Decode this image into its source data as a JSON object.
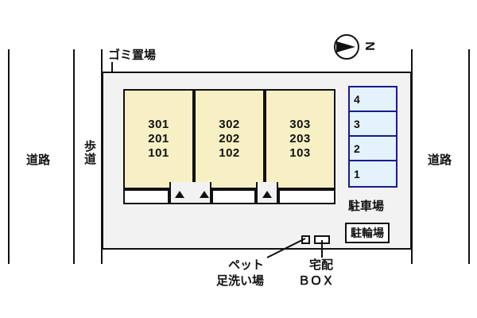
{
  "plan": {
    "title": "apartment-site-plan",
    "colors": {
      "unit_fill": "#f7f0c4",
      "parking_fill": "#e3f2fb",
      "parking_border": "#1a1a8c",
      "site_fill": "#f2f2f2",
      "line": "#111111"
    }
  },
  "roads": {
    "left_label": "道路",
    "right_label": "道路",
    "sidewalk_label": "歩道"
  },
  "compass": {
    "north_label": "N",
    "icon": "compass-north-icon"
  },
  "facilities": {
    "garbage_label": "ゴミ置場",
    "pet_wash_label_line1": "ペット",
    "pet_wash_label_line2": "足洗い場",
    "delivery_box_label_line1": "宅配",
    "delivery_box_label_line2": "ＢＯＸ",
    "parking_label": "駐車場",
    "bicycle_parking_label": "駐輪場"
  },
  "building": {
    "units": [
      {
        "name": "unit-column-1",
        "rooms": [
          "301",
          "201",
          "101"
        ]
      },
      {
        "name": "unit-column-2",
        "rooms": [
          "302",
          "202",
          "102"
        ]
      },
      {
        "name": "unit-column-3",
        "rooms": [
          "303",
          "203",
          "103"
        ]
      }
    ],
    "entrance_marker": "▲",
    "entrance_count": 3
  },
  "parking": {
    "spaces": [
      {
        "number": "4"
      },
      {
        "number": "3"
      },
      {
        "number": "2"
      },
      {
        "number": "1"
      }
    ]
  }
}
